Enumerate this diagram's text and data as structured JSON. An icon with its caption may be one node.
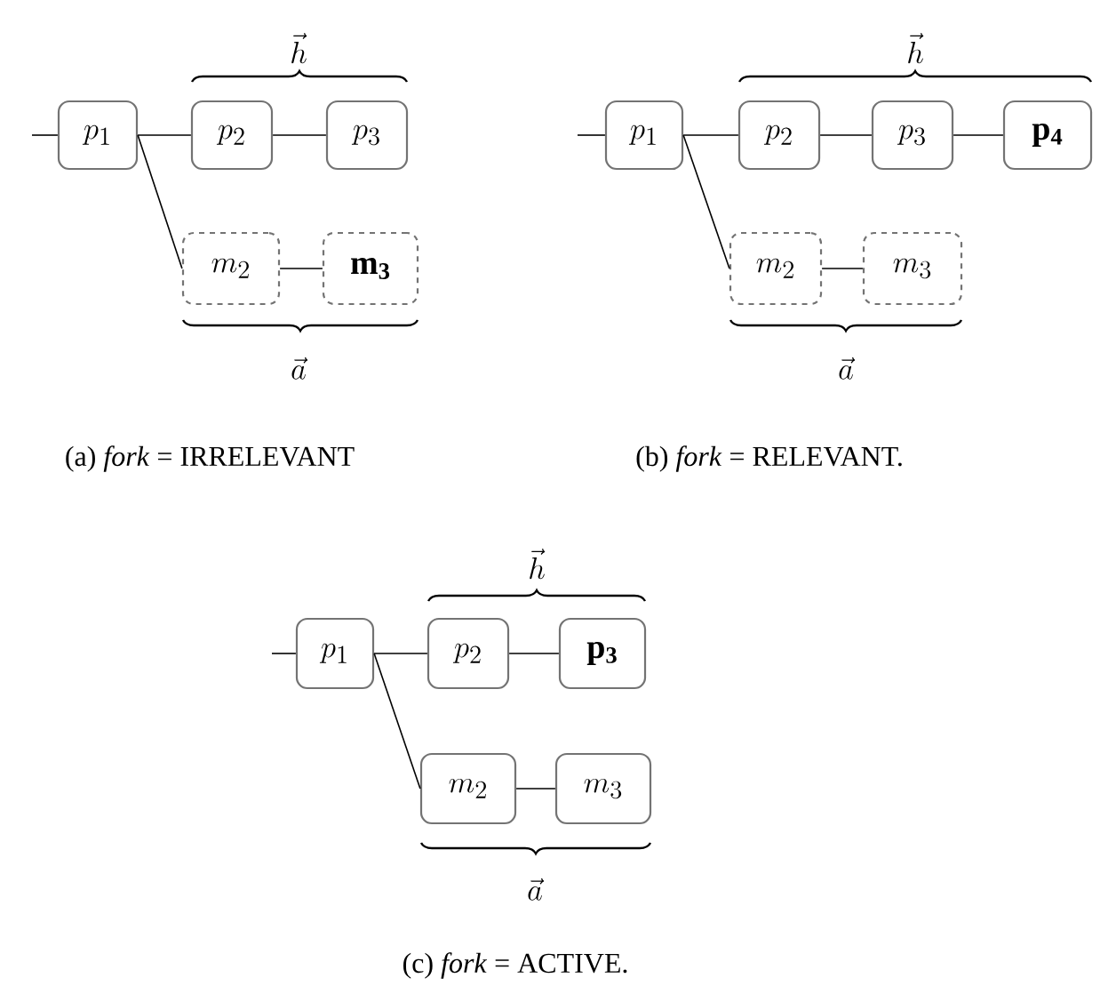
{
  "diagram": {
    "nodes": [
      {
        "text": [
          "p_1"
        ]
      },
      {
        "text": [
          "p_2"
        ]
      },
      {
        "text": [
          "p_3"
        ]
      },
      {
        "text": [
          "m_2"
        ]
      },
      {
        "text": [
          "\\mathbf{m_3}"
        ]
      },
      {
        "text": [
          "p_1"
        ]
      },
      {
        "text": [
          "p_2"
        ]
      },
      {
        "text": [
          "p_3"
        ]
      },
      {
        "text": [
          "\\mathbf{p_4}"
        ]
      },
      {
        "text": [
          "m_2"
        ]
      },
      {
        "text": [
          "m_3"
        ]
      },
      {
        "text": [
          "p_1"
        ]
      },
      {
        "text": [
          "p_2"
        ]
      },
      {
        "text": [
          "\\mathbf{p_3}"
        ]
      },
      {
        "text": [
          "m_2"
        ]
      },
      {
        "text": [
          "m_3"
        ]
      }
    ],
    "edges": [
      {
        "from": null,
        "to": 0,
        "arrow": "none"
      },
      {
        "from": 0,
        "to": 1,
        "arrow": "none"
      },
      {
        "from": 1,
        "to": 2,
        "arrow": "none"
      },
      {
        "from": 0,
        "to": 3,
        "arrow": "none"
      },
      {
        "from": 3,
        "to": 4,
        "arrow": "none"
      },
      {
        "from": null,
        "to": 5,
        "arrow": "none"
      },
      {
        "from": 5,
        "to": 6,
        "arrow": "none"
      },
      {
        "from": 6,
        "to": 7,
        "arrow": "none"
      },
      {
        "from": 7,
        "to": 8,
        "arrow": "none"
      },
      {
        "from": 5,
        "to": 9,
        "arrow": "none"
      },
      {
        "from": 9,
        "to": 10,
        "arrow": "none"
      },
      {
        "from": null,
        "to": 11,
        "arrow": "none"
      },
      {
        "from": 11,
        "to": 12,
        "arrow": "none"
      },
      {
        "from": 12,
        "to": 13,
        "arrow": "none"
      },
      {
        "from": 11,
        "to": 14,
        "arrow": "none"
      },
      {
        "from": 14,
        "to": 15,
        "arrow": "none"
      }
    ],
    "labels": [
      "\\vec{h}",
      "\\vec{a}",
      "(a) *fork* = IRRELEVANT",
      "\\vec{h}",
      "\\vec{a}",
      "(b) *fork* = RELEVANT.",
      "\\vec{h}",
      "\\vec{a}",
      "(c) *fork* = ACTIVE."
    ]
  }
}
